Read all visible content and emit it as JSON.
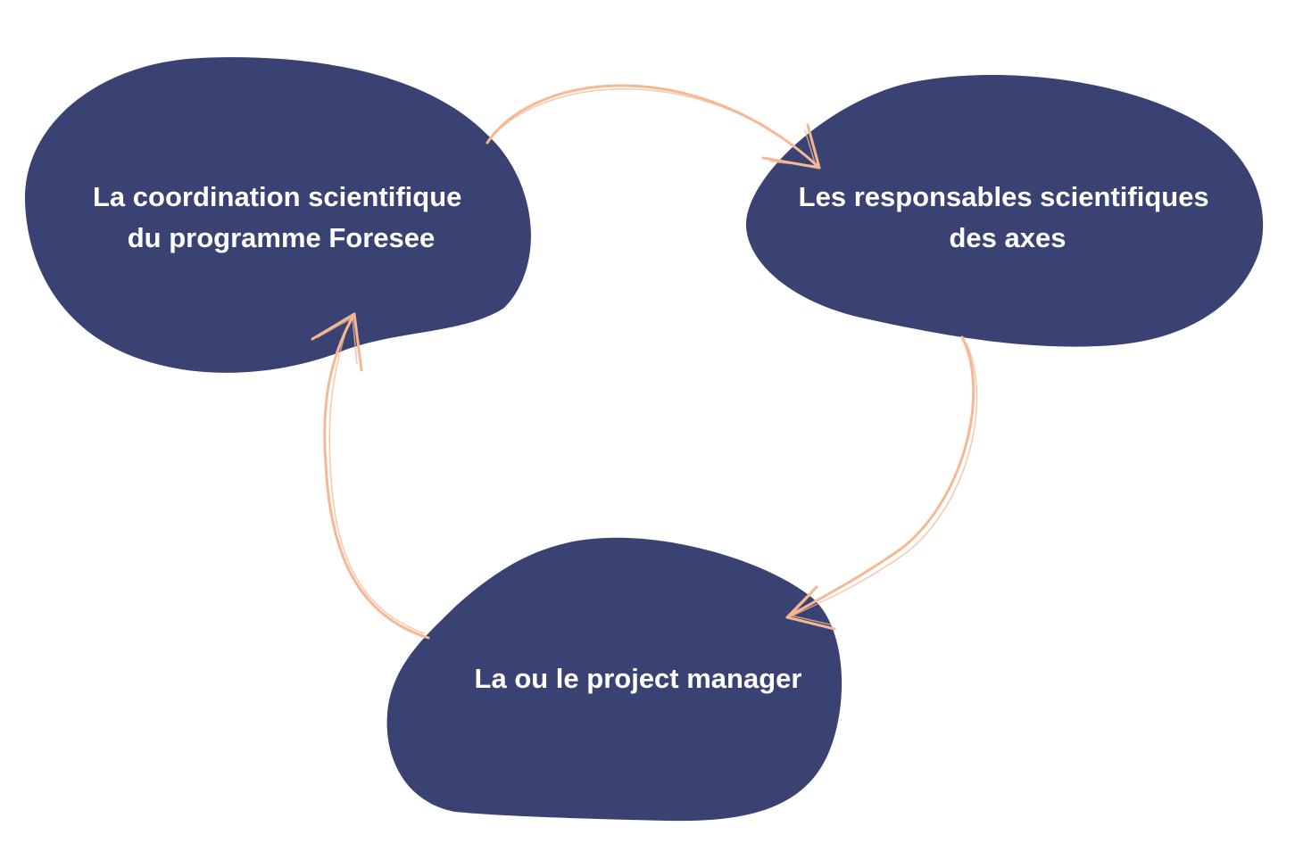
{
  "colors": {
    "background": "#ffffff",
    "blob": "#3a4173",
    "label": "#ffffff",
    "arrow": "#f6b894"
  },
  "nodes": {
    "coordination": {
      "line1": "La coordination scientifique",
      "line2": "du programme Foresee"
    },
    "responsables": {
      "line1": "Les responsables scientifiques",
      "line2": "des axes"
    },
    "project_manager": {
      "line1": "La ou le project manager"
    }
  },
  "edges": [
    {
      "from": "coordination",
      "to": "responsables"
    },
    {
      "from": "responsables",
      "to": "project_manager"
    },
    {
      "from": "project_manager",
      "to": "coordination"
    }
  ]
}
